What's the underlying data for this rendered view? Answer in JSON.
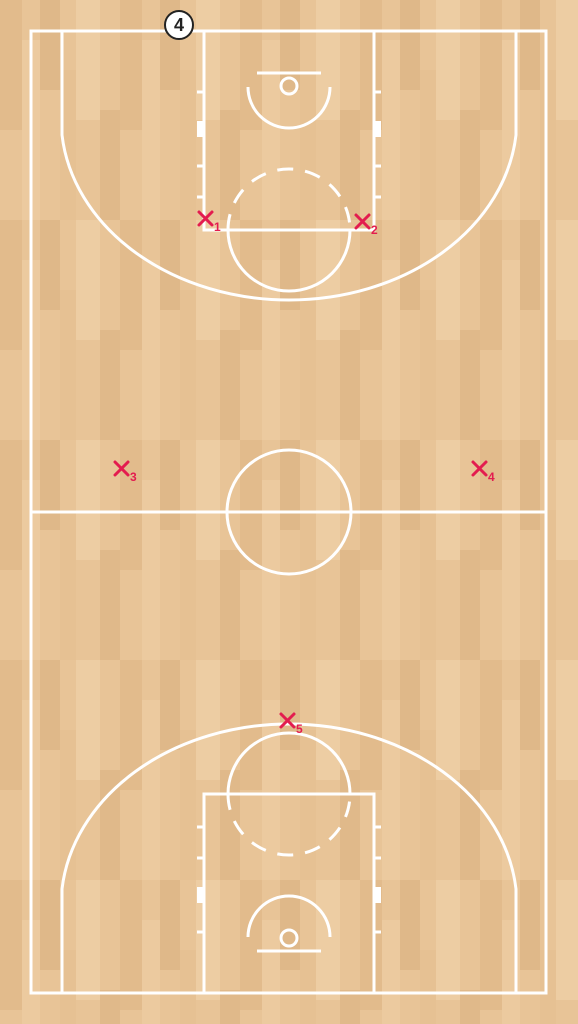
{
  "court": {
    "surface_color": "#e7c296",
    "line_color": "#ffffff"
  },
  "offense": [
    {
      "label": "4"
    }
  ],
  "defense": {
    "color": "#e31c4f",
    "players": [
      {
        "label": "1"
      },
      {
        "label": "2"
      },
      {
        "label": "3"
      },
      {
        "label": "4"
      },
      {
        "label": "5"
      }
    ]
  }
}
